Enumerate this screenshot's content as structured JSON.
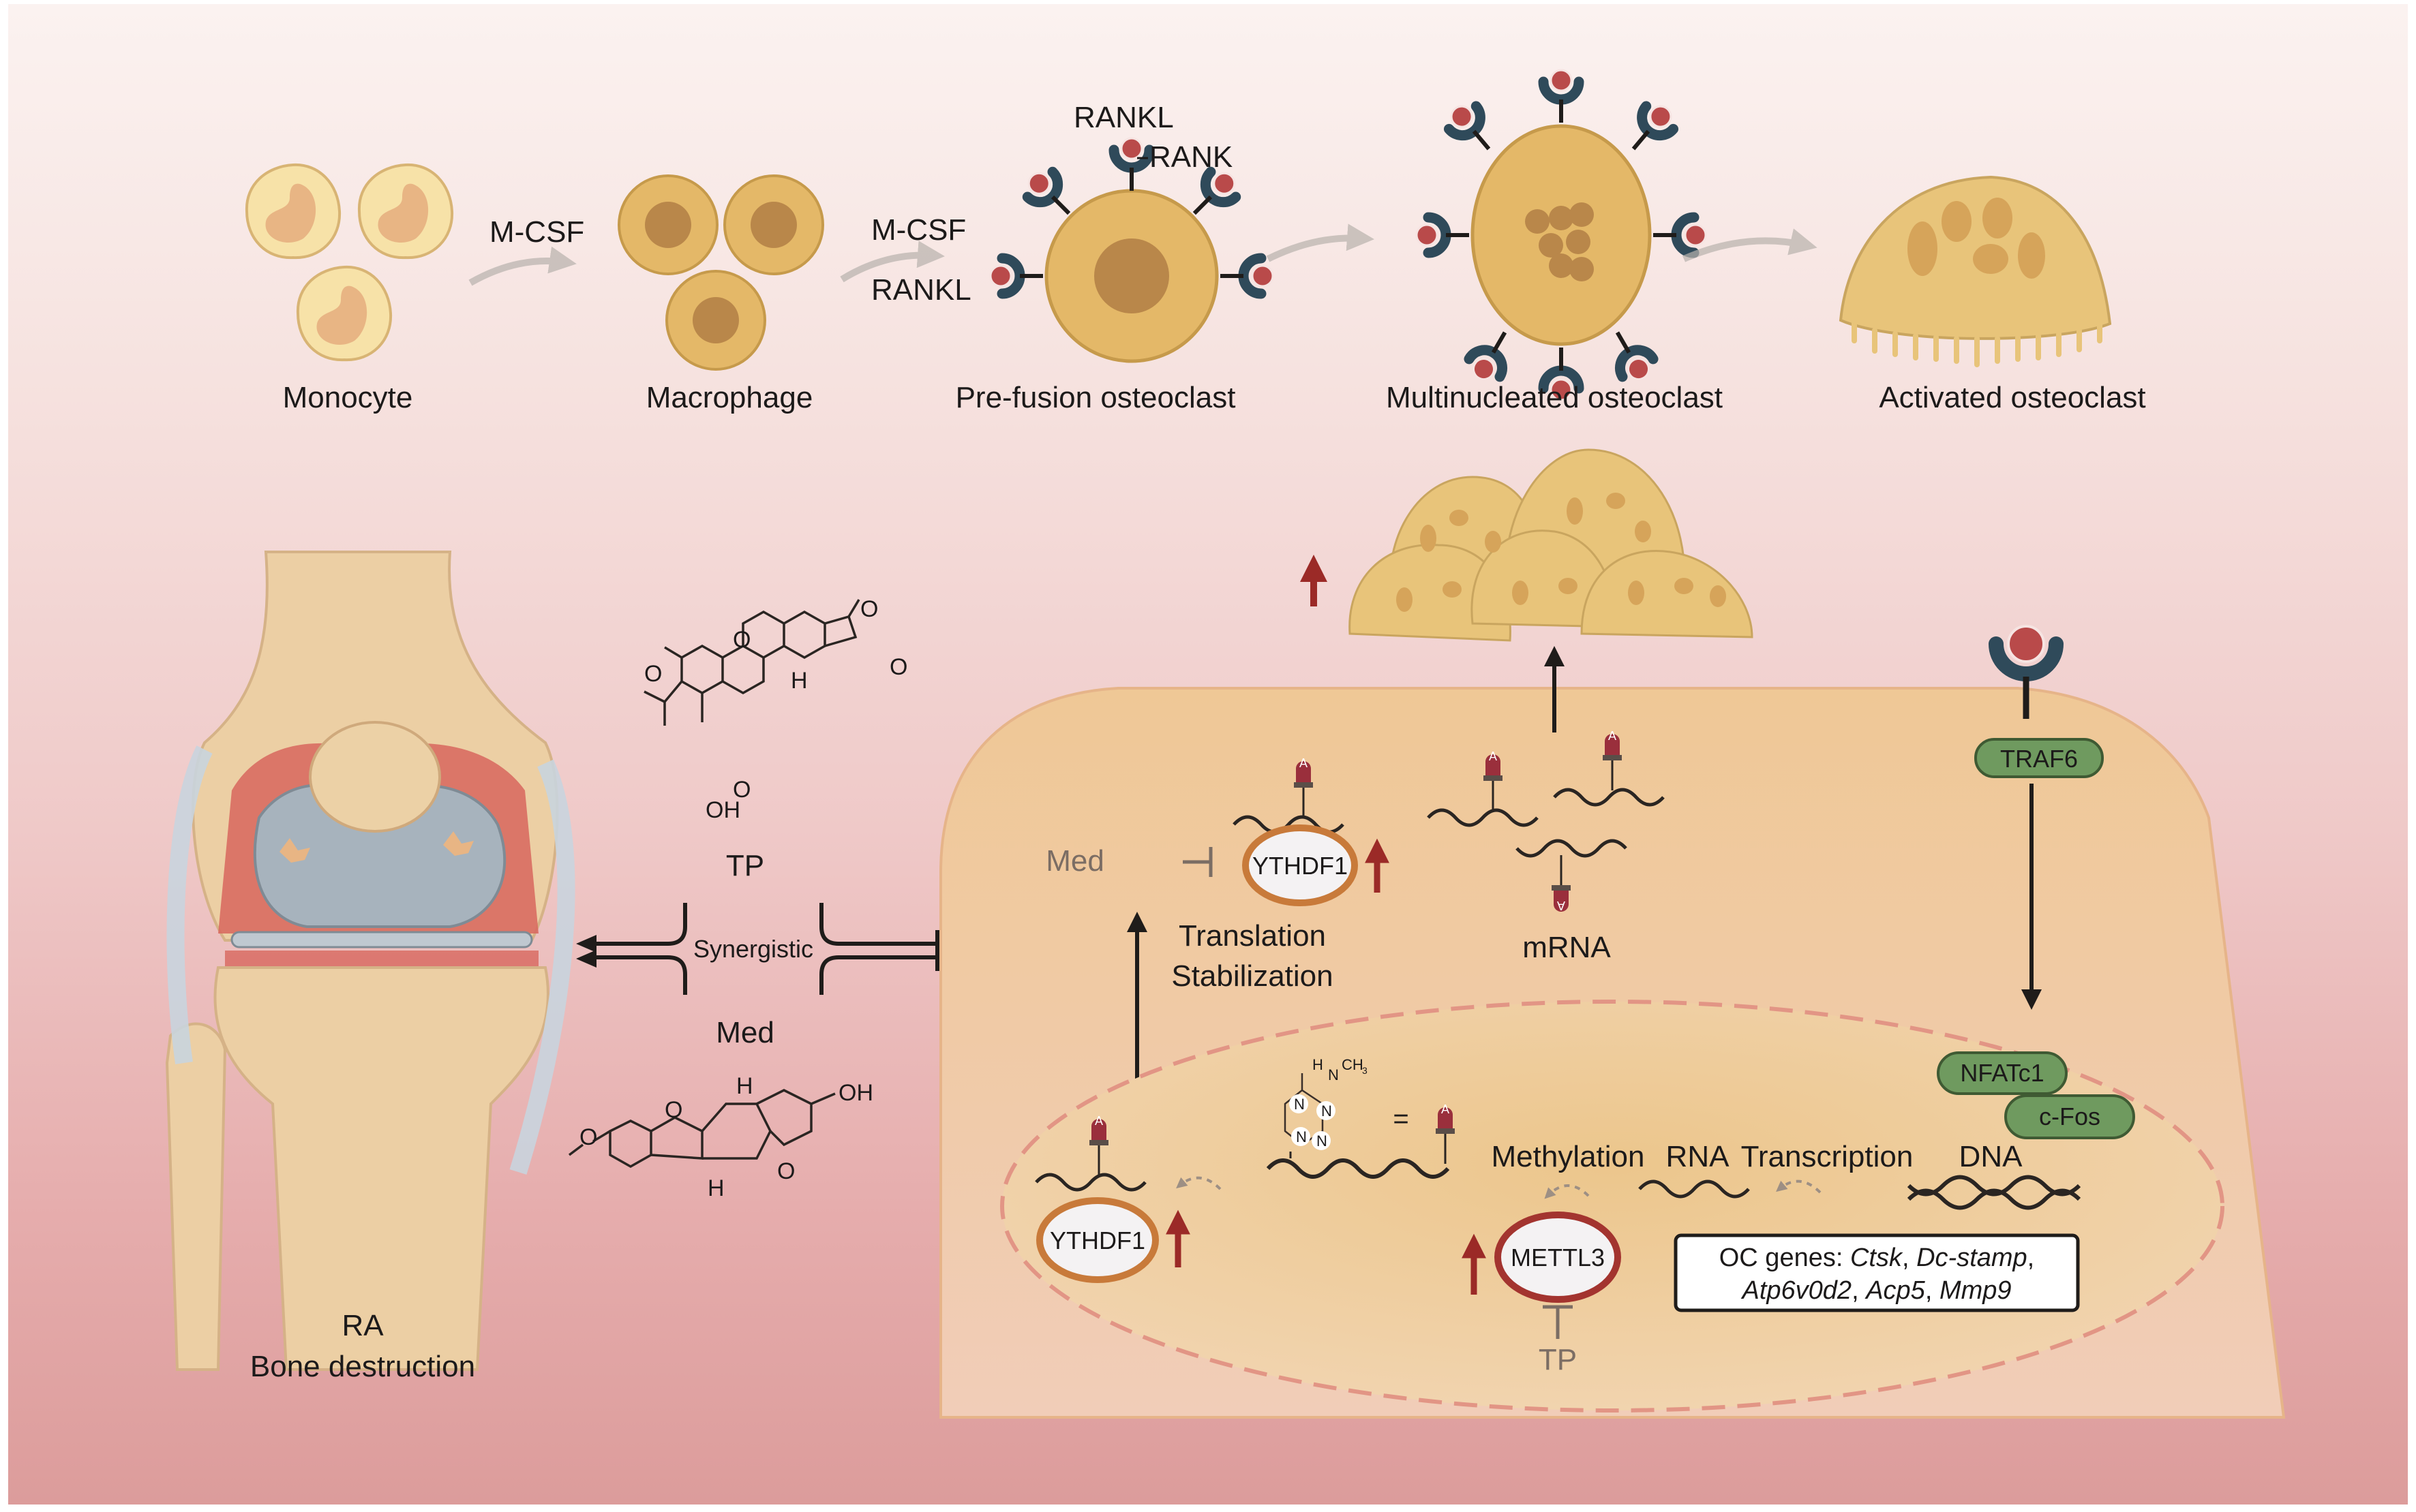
{
  "figure": {
    "title": "Osteoclast differentiation and TP/Med synergistic inhibition of RA bone destruction via METTL3/YTHDF1 m6A",
    "colors": {
      "bg_top": "#fbf2f0",
      "bg_bottom": "#dc9c9b",
      "cell_fill": "#eec896",
      "nucleus_fill": "#e9bf88",
      "osteoclast_fill": "#e8c47a",
      "receptor_blue": "#2f4a5a",
      "ligand_red": "#b94a4a",
      "up_arrow_red": "#9b2a27",
      "green_protein": "#6f9a5f",
      "ythdf1_ring": "#c87a3a",
      "mettl3_ring": "#a3342f"
    }
  },
  "differentiation": {
    "stages": [
      {
        "id": "monocyte",
        "label": "Monocyte"
      },
      {
        "id": "macrophage",
        "label": "Macrophage"
      },
      {
        "id": "prefusion",
        "label": "Pre-fusion osteoclast"
      },
      {
        "id": "multinucleated",
        "label": "Multinucleated osteoclast"
      },
      {
        "id": "activated",
        "label": "Activated osteoclast"
      }
    ],
    "factors": {
      "mcsf_1": "M-CSF",
      "mcsf_2": "M-CSF",
      "rankl_left": "RANKL",
      "rankl_top": "RANKL",
      "rank": "RANK"
    }
  },
  "joint": {
    "label_line1": "RA",
    "label_line2": "Bone destruction"
  },
  "drugs": {
    "tp_label": "TP",
    "med_label": "Med",
    "synergistic_label": "Synergistic",
    "tp_atoms": {
      "o_top": "O",
      "o_ring": "O",
      "o_epox_left": "O",
      "h": "H",
      "oh": "OH",
      "o_lower": "O",
      "o_lactone": "O"
    },
    "med_atoms": {
      "o_furan": "O",
      "h_top": "H",
      "oh": "OH",
      "h_bottom": "H",
      "o_pyran": "O",
      "o_methoxy": "O"
    }
  },
  "cell": {
    "med_inhibit_label": "Med",
    "ythdf1_cyto": "YTHDF1",
    "translation_label": "Translation",
    "stabilization_label": "Stabilization",
    "mrna_label": "mRNA",
    "m6a_badge": "A",
    "traf6": "TRAF6",
    "nfatc1": "NFATc1",
    "cfos": "c-Fos",
    "nucleus": {
      "ythdf1_nuc": "YTHDF1",
      "mettl3": "METTL3",
      "tp_inhibit_label": "TP",
      "methylation_label": "Methylation",
      "rna_label": "RNA",
      "transcription_label": "Transcription",
      "dna_label": "DNA",
      "equals": "=",
      "m6a_structure": {
        "h": "H",
        "n_top": "N",
        "ch3": "CH",
        "ch3_sub": "3",
        "ring_n": [
          "N",
          "N",
          "N",
          "N"
        ]
      },
      "oc_genes": {
        "prefix": "OC genes: ",
        "genes": [
          "Ctsk",
          "Dc-stamp",
          "Atp6v0d2",
          "Acp5",
          "Mmp9"
        ]
      }
    }
  }
}
